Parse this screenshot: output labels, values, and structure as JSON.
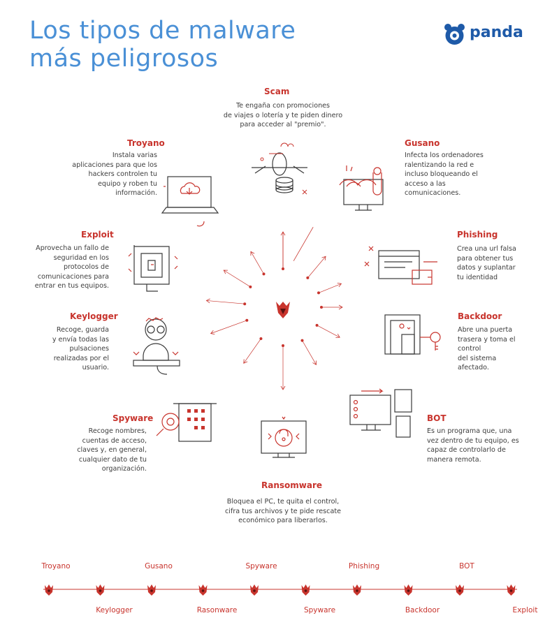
{
  "header": {
    "title_line1": "Los tipos de malware",
    "title_line2": "más peligrosos",
    "logo_text": "panda"
  },
  "colors": {
    "accent": "#c8342d",
    "title": "#4a90d6",
    "brand": "#1e5aa8"
  },
  "items": [
    {
      "key": "scam",
      "title": "Scam",
      "icon": "airplane-coins-icon",
      "lines": [
        "Te engaña con promociones",
        "de viajes o lotería y te piden dinero",
        "para acceder al \"premio\"."
      ]
    },
    {
      "key": "troyano",
      "title": "Troyano",
      "icon": "laptop-download-icon",
      "lines": [
        "Instala varias",
        "aplicaciones para que los",
        "hackers controlen tu",
        "equipo y roben tu",
        "información."
      ]
    },
    {
      "key": "gusano",
      "title": "Gusano",
      "icon": "worm-monitor-icon",
      "lines": [
        "Infecta  los ordenadores",
        "ralentizando la red e",
        "incluso bloqueando el",
        "acceso a las",
        "comunicaciones."
      ]
    },
    {
      "key": "exploit",
      "title": "Exploit",
      "icon": "maze-icon",
      "lines": [
        "Aprovecha un fallo de",
        "seguridad en los",
        "protocolos de",
        "comunicaciones para",
        "entrar en tus equipos."
      ]
    },
    {
      "key": "phishing",
      "title": "Phishing",
      "icon": "browser-wallet-icon",
      "lines": [
        "Crea una url falsa",
        "para obtener tus",
        "datos y suplantar",
        "tu identidad"
      ]
    },
    {
      "key": "keylogger",
      "title": "Keylogger",
      "icon": "person-keyboard-icon",
      "lines": [
        "Recoge, guarda",
        "y envía todas las",
        "pulsaciones",
        "realizadas por el",
        "usuario."
      ]
    },
    {
      "key": "backdoor",
      "title": "Backdoor",
      "icon": "door-key-icon",
      "lines": [
        "Abre una puerta",
        "trasera y toma el",
        "control",
        "del sistema",
        "afectado."
      ]
    },
    {
      "key": "spyware",
      "title": "Spyware",
      "icon": "magnifier-building-icon",
      "lines": [
        "Recoge nombres,",
        "cuentas de acceso,",
        "claves y, en general,",
        "cualquier dato de tu",
        "organización."
      ]
    },
    {
      "key": "bot",
      "title": "BOT",
      "icon": "devices-icon",
      "lines": [
        "Es un programa que, una",
        "vez dentro de tu equipo, es",
        "capaz de controlarlo de",
        "manera remota."
      ]
    },
    {
      "key": "ransomware",
      "title": "Ransomware",
      "icon": "monitor-lock-icon",
      "lines": [
        "Bloquea el PC, te quita el control,",
        "cifra tus archivos y te pide rescate",
        "económico para liberarlos."
      ]
    }
  ],
  "timeline": {
    "upper": [
      "Troyano",
      "Gusano",
      "Spyware",
      "Phishing",
      "BOT"
    ],
    "lower": [
      "Keylogger",
      "Rasonware",
      "Spyware",
      "Backdoor",
      "Exploit"
    ]
  }
}
